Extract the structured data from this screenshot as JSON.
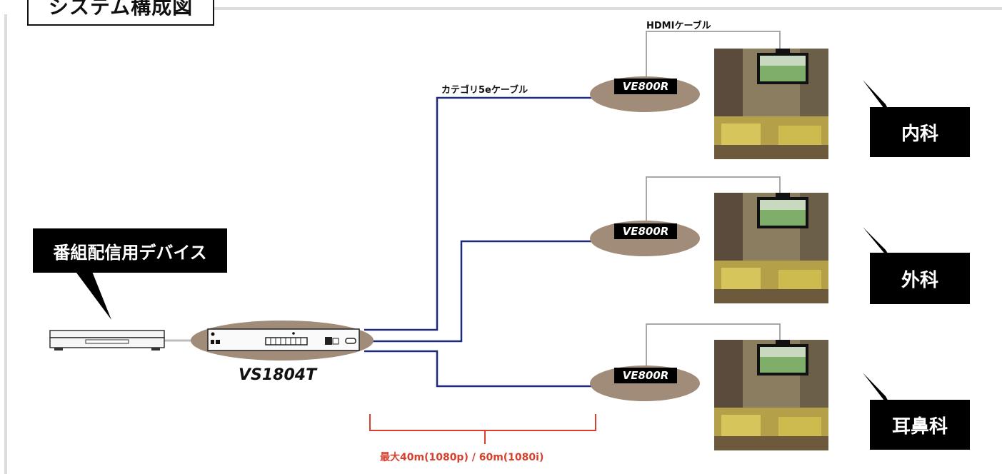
{
  "title": "システム構成図",
  "source_device": {
    "label": "番組配信用デバイス"
  },
  "transmitter": {
    "model": "VS1804T"
  },
  "cable_labels": {
    "hdmi": "HDMIケーブル",
    "category": "カテゴリ5eケーブル"
  },
  "receivers": [
    {
      "model": "VE800R",
      "department": "内科"
    },
    {
      "model": "VE800R",
      "department": "外科"
    },
    {
      "model": "VE800R",
      "department": "耳鼻科"
    }
  ],
  "distance": {
    "text": "最大40m(1080p) / 60m(1080i)"
  },
  "colors": {
    "cable_blue": "#1f2a7a",
    "accent_red": "#d8402c",
    "ellipse": "#a08c78",
    "frame": "#dcdcdc"
  }
}
